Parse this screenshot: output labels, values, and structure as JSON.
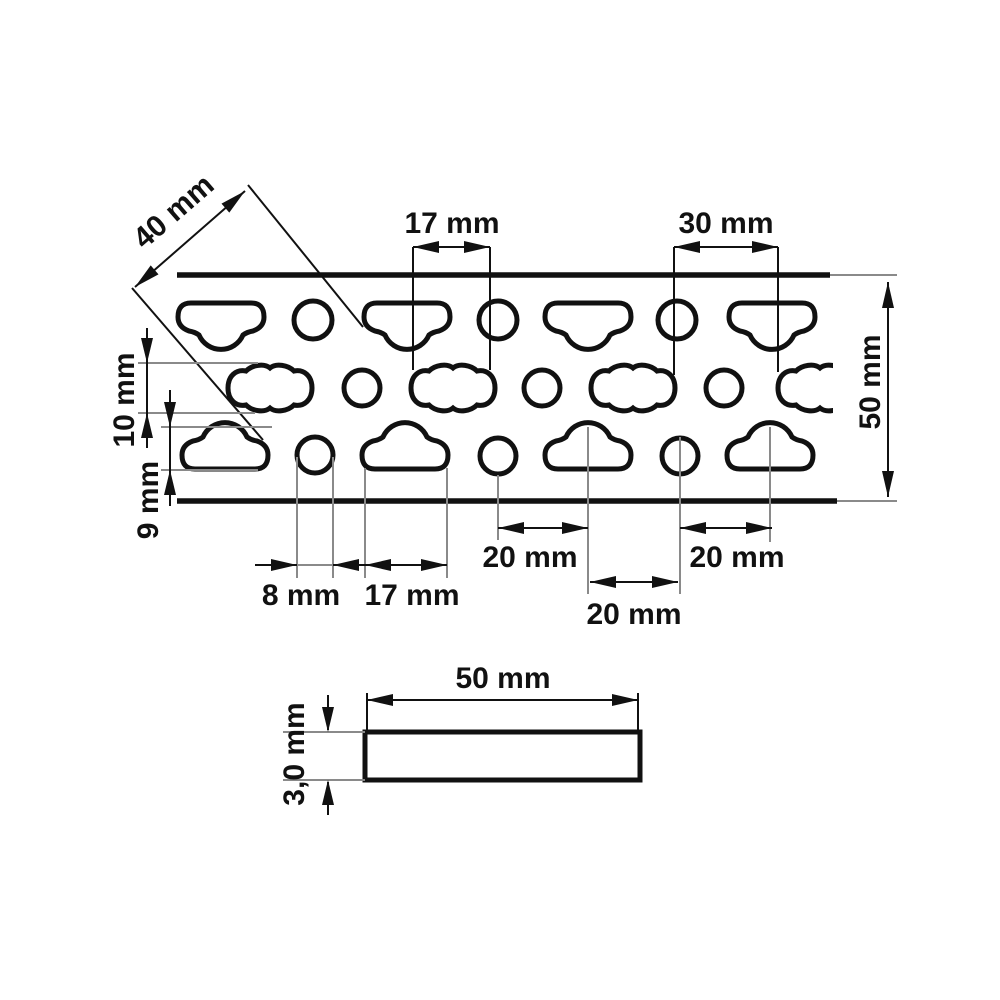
{
  "drawing": {
    "type": "technical-dimension-drawing",
    "subject": "perforated fixing strip with keyhole slots and round holes, plan view and cross-section",
    "units": "mm"
  },
  "labels": {
    "diag_40": "40 mm",
    "top_17": "17 mm",
    "top_30": "30 mm",
    "right_50": "50 mm",
    "left_10": "10 mm",
    "left_9": "9 mm",
    "bottom_8": "8 mm",
    "bottom_17": "17 mm",
    "pitch_left_20": "20 mm",
    "pitch_center_20": "20 mm",
    "pitch_right_20": "20 mm",
    "section_width_50": "50 mm",
    "section_thickness_3": "3,0 mm"
  },
  "colors": {
    "line": "#111111",
    "extension_line": "#8a8a8a",
    "background": "#ffffff"
  }
}
